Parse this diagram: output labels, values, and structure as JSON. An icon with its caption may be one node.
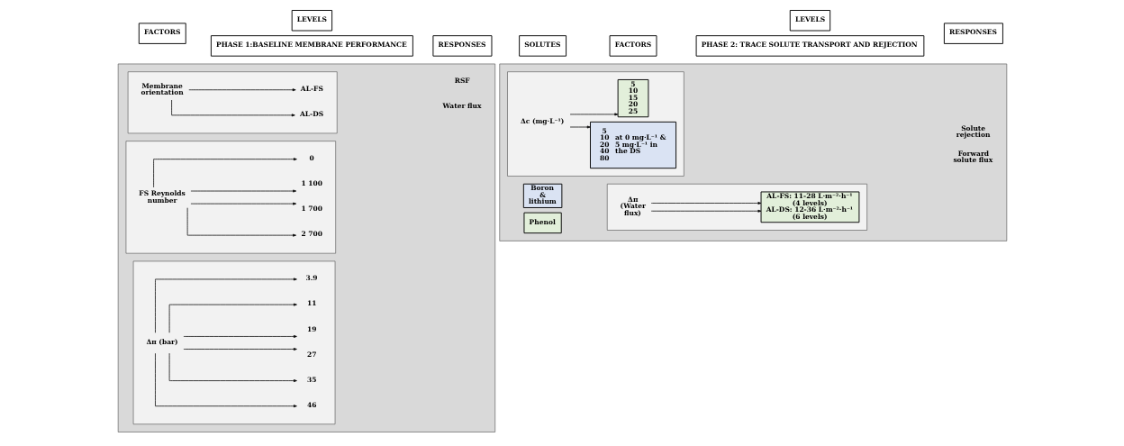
{
  "diagram": {
    "nodes": [
      {
        "text": [
          "PHASE 1:BASELINE MEMBRANE PERFORMANCE"
        ]
      },
      {
        "text": [
          "FACTORS"
        ]
      },
      {
        "text": [
          "LEVELS"
        ]
      },
      {
        "text": [
          "RESPONSES"
        ]
      },
      {
        "text": [],
        "shape": "box"
      },
      {
        "text": [],
        "shape": "box",
        "in": 4
      },
      {
        "text": [
          "Membrane orientation"
        ],
        "in": 5
      },
      {
        "text": [
          "AL-FS"
        ],
        "in": 5
      },
      {
        "text": [
          "AL-DS"
        ],
        "in": 5
      },
      {
        "text": [],
        "shape": "box",
        "in": 4
      },
      {
        "text": [
          "FS Reynolds number"
        ],
        "in": 9
      },
      {
        "text": [
          "0"
        ],
        "in": 9
      },
      {
        "text": [
          "1 100"
        ],
        "in": 9
      },
      {
        "text": [
          "1 700"
        ],
        "in": 9
      },
      {
        "text": [
          "2 700"
        ],
        "in": 9
      },
      {
        "text": [],
        "shape": "box",
        "in": 4
      },
      {
        "text": [
          "Δπ (bar)"
        ],
        "in": 15
      },
      {
        "text": [
          "3.9"
        ],
        "in": 15
      },
      {
        "text": [
          "11"
        ],
        "in": 15
      },
      {
        "text": [
          "19"
        ],
        "in": 15
      },
      {
        "text": [
          "27"
        ],
        "in": 15
      },
      {
        "text": [
          "35"
        ],
        "in": 15
      },
      {
        "text": [
          "46"
        ],
        "in": 15
      },
      {
        "text": [
          "PHASE 2: TRACE SOLUTE TRANSPORT AND REJECTION"
        ]
      },
      {
        "text": [
          "SOLUTES"
        ]
      },
      {
        "text": [
          "FACTORS"
        ]
      },
      {
        "text": [
          "LEVELS"
        ]
      },
      {
        "text": [
          "RESPONSES"
        ]
      },
      {
        "text": [],
        "shape": "box"
      },
      {
        "text": [
          "Phenol"
        ],
        "in": 28
      },
      {
        "text": [
          "Boron & lithium"
        ],
        "in": 28
      },
      {
        "text": [],
        "shape": "box",
        "in": 28
      },
      {
        "text": [
          "Δπ (Water flux)"
        ],
        "in": 31
      },
      {
        "text": [
          "AL-FS: 11-28 L·m⁻²·h⁻¹ (4 levels)",
          "AL-DS: 12-36 L·m⁻²·h⁻¹ (6 levels)"
        ],
        "in": 31
      },
      {
        "text": [],
        "shape": "box",
        "in": 28
      },
      {
        "text": [
          "Δc (mg·L⁻¹)"
        ],
        "in": 34
      },
      {
        "text": [
          "5",
          "10",
          "15",
          "20",
          "25"
        ],
        "in": 34
      },
      {
        "text": [
          "5",
          "10",
          "20",
          "40",
          "80",
          "at 0 mg·L⁻¹ & 5 mg·L⁻¹ in the DS"
        ],
        "in": 34
      }
    ],
    "edges": [
      {
        "from": 6,
        "to": 7,
        "arrow": "to"
      },
      {
        "from": 6,
        "to": 8,
        "arrow": "to"
      },
      {
        "from": 10,
        "to": 11,
        "arrow": "to"
      },
      {
        "from": 10,
        "to": 12,
        "arrow": "to"
      },
      {
        "from": 10,
        "to": 13,
        "arrow": "to"
      },
      {
        "from": 10,
        "to": 14,
        "arrow": "to"
      },
      {
        "from": 16,
        "to": 17,
        "arrow": "to"
      },
      {
        "from": 16,
        "to": 18,
        "arrow": "to"
      },
      {
        "from": 16,
        "to": 19,
        "arrow": "to"
      },
      {
        "from": 16,
        "to": 20,
        "arrow": "to"
      },
      {
        "from": 16,
        "to": 21,
        "arrow": "to"
      },
      {
        "from": 16,
        "to": 22,
        "arrow": "to"
      },
      {
        "from": 32,
        "to": 33,
        "arrow": "to"
      },
      {
        "from": 32,
        "to": 33,
        "arrow": "to"
      },
      {
        "from": 35,
        "to": 36,
        "arrow": "to"
      },
      {
        "from": 35,
        "to": 37,
        "arrow": "to"
      }
    ],
    "labels": [
      "Water flux",
      "RSF",
      "Forward solute flux",
      "Solute rejection"
    ]
  }
}
